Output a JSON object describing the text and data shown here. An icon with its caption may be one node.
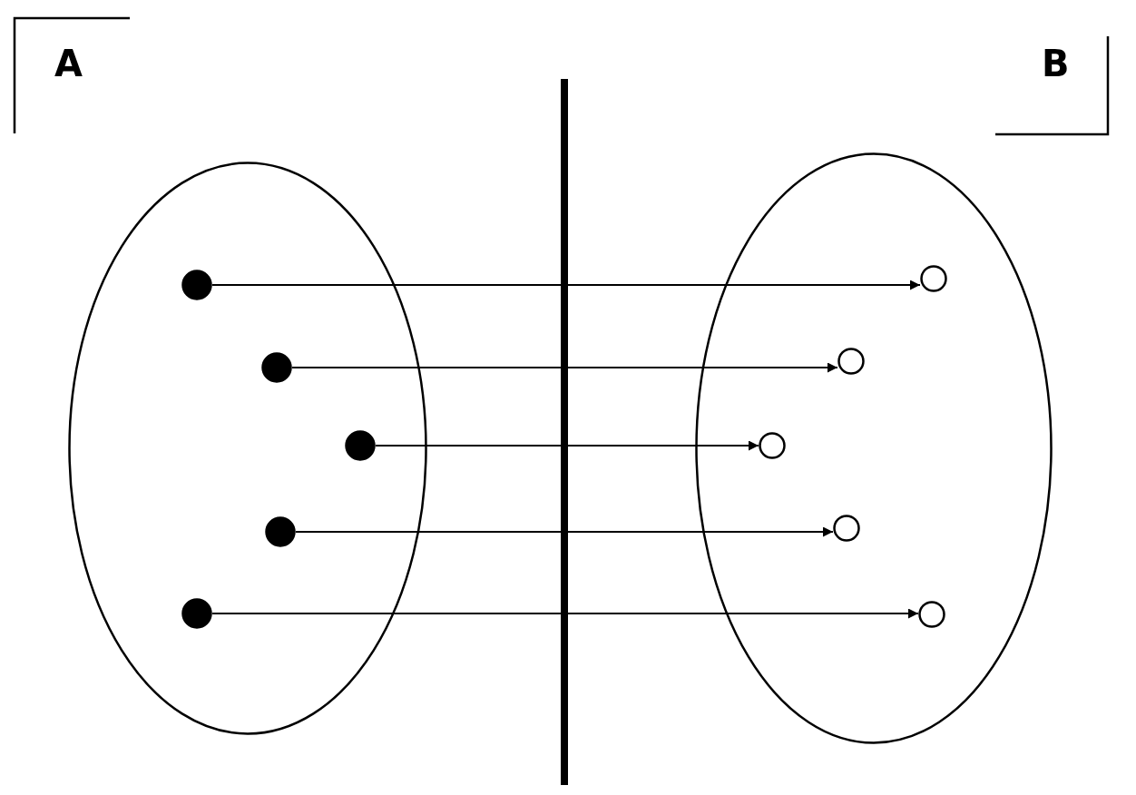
{
  "diagram": {
    "nodes": [
      {
        "text": [],
        "shape": "ellipse"
      },
      {
        "text": [],
        "shape": "dot",
        "in": 0
      },
      {
        "text": [],
        "shape": "dot",
        "in": 0
      },
      {
        "text": [],
        "shape": "dot",
        "in": 0
      },
      {
        "text": [],
        "shape": "dot",
        "in": 0
      },
      {
        "text": [],
        "shape": "dot",
        "in": 0
      },
      {
        "text": [],
        "shape": "ellipse"
      },
      {
        "text": [],
        "shape": "circle",
        "in": 6
      },
      {
        "text": [],
        "shape": "circle",
        "in": 6
      },
      {
        "text": [],
        "shape": "circle",
        "in": 6
      },
      {
        "text": [],
        "shape": "circle",
        "in": 6
      },
      {
        "text": [],
        "shape": "circle",
        "in": 6
      }
    ],
    "edges": [
      {
        "from": 1,
        "to": 7,
        "arrow": "to"
      },
      {
        "from": 2,
        "to": 8,
        "arrow": "to"
      },
      {
        "from": 3,
        "to": 9,
        "arrow": "to"
      },
      {
        "from": 4,
        "to": 10,
        "arrow": "to"
      },
      {
        "from": 5,
        "to": 11,
        "arrow": "to"
      }
    ],
    "labels": [
      "A",
      "B"
    ]
  }
}
